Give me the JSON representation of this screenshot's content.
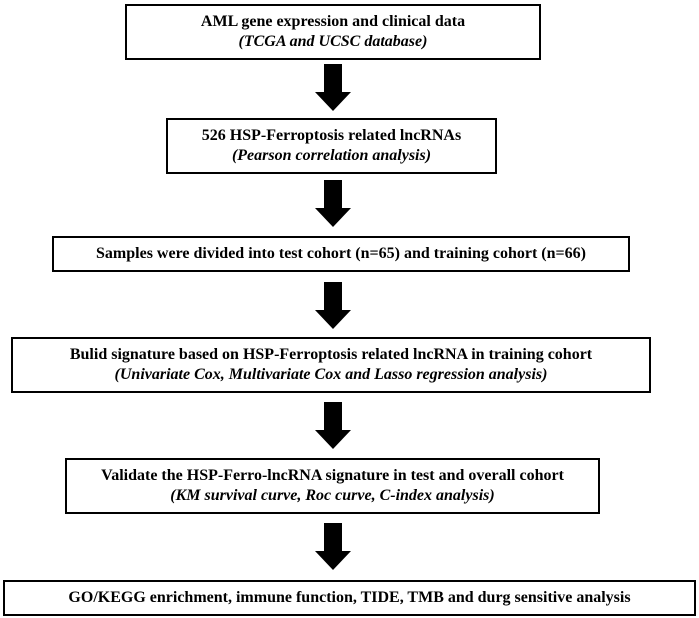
{
  "steps": [
    {
      "title": "AML gene expression and clinical data",
      "subtitle": "(TCGA and UCSC database)"
    },
    {
      "title": "526 HSP-Ferroptosis related lncRNAs",
      "subtitle": "(Pearson correlation analysis)"
    },
    {
      "title": "Samples were divided into test cohort (n=65) and training cohort (n=66)",
      "subtitle": ""
    },
    {
      "title": "Bulid signature based on HSP-Ferroptosis related lncRNA in training cohort",
      "subtitle": "(Univariate Cox, Multivariate Cox and Lasso regression analysis)"
    },
    {
      "title": "Validate the HSP-Ferro-lncRNA signature in test and overall cohort",
      "subtitle": "(KM survival curve, Roc curve, C-index analysis)"
    },
    {
      "title": "GO/KEGG enrichment, immune function, TIDE, TMB and durg sensitive analysis",
      "subtitle": ""
    }
  ]
}
